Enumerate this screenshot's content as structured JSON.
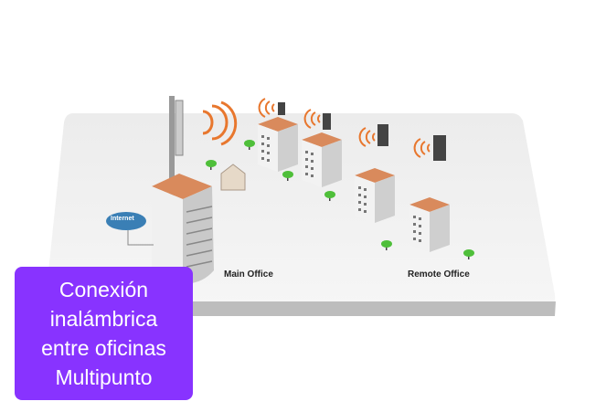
{
  "diagram": {
    "labels": {
      "main_office": "Main Office",
      "remote_office": "Remote Office",
      "internet": "Internet"
    },
    "caption": {
      "line1": "Conexión",
      "line2": "inalámbrica",
      "line3": "entre oficinas",
      "line4": "Multipunto"
    },
    "colors": {
      "caption_bg": "#8833ff",
      "signal": "#e8772e",
      "roof": "#d98a5c"
    }
  }
}
